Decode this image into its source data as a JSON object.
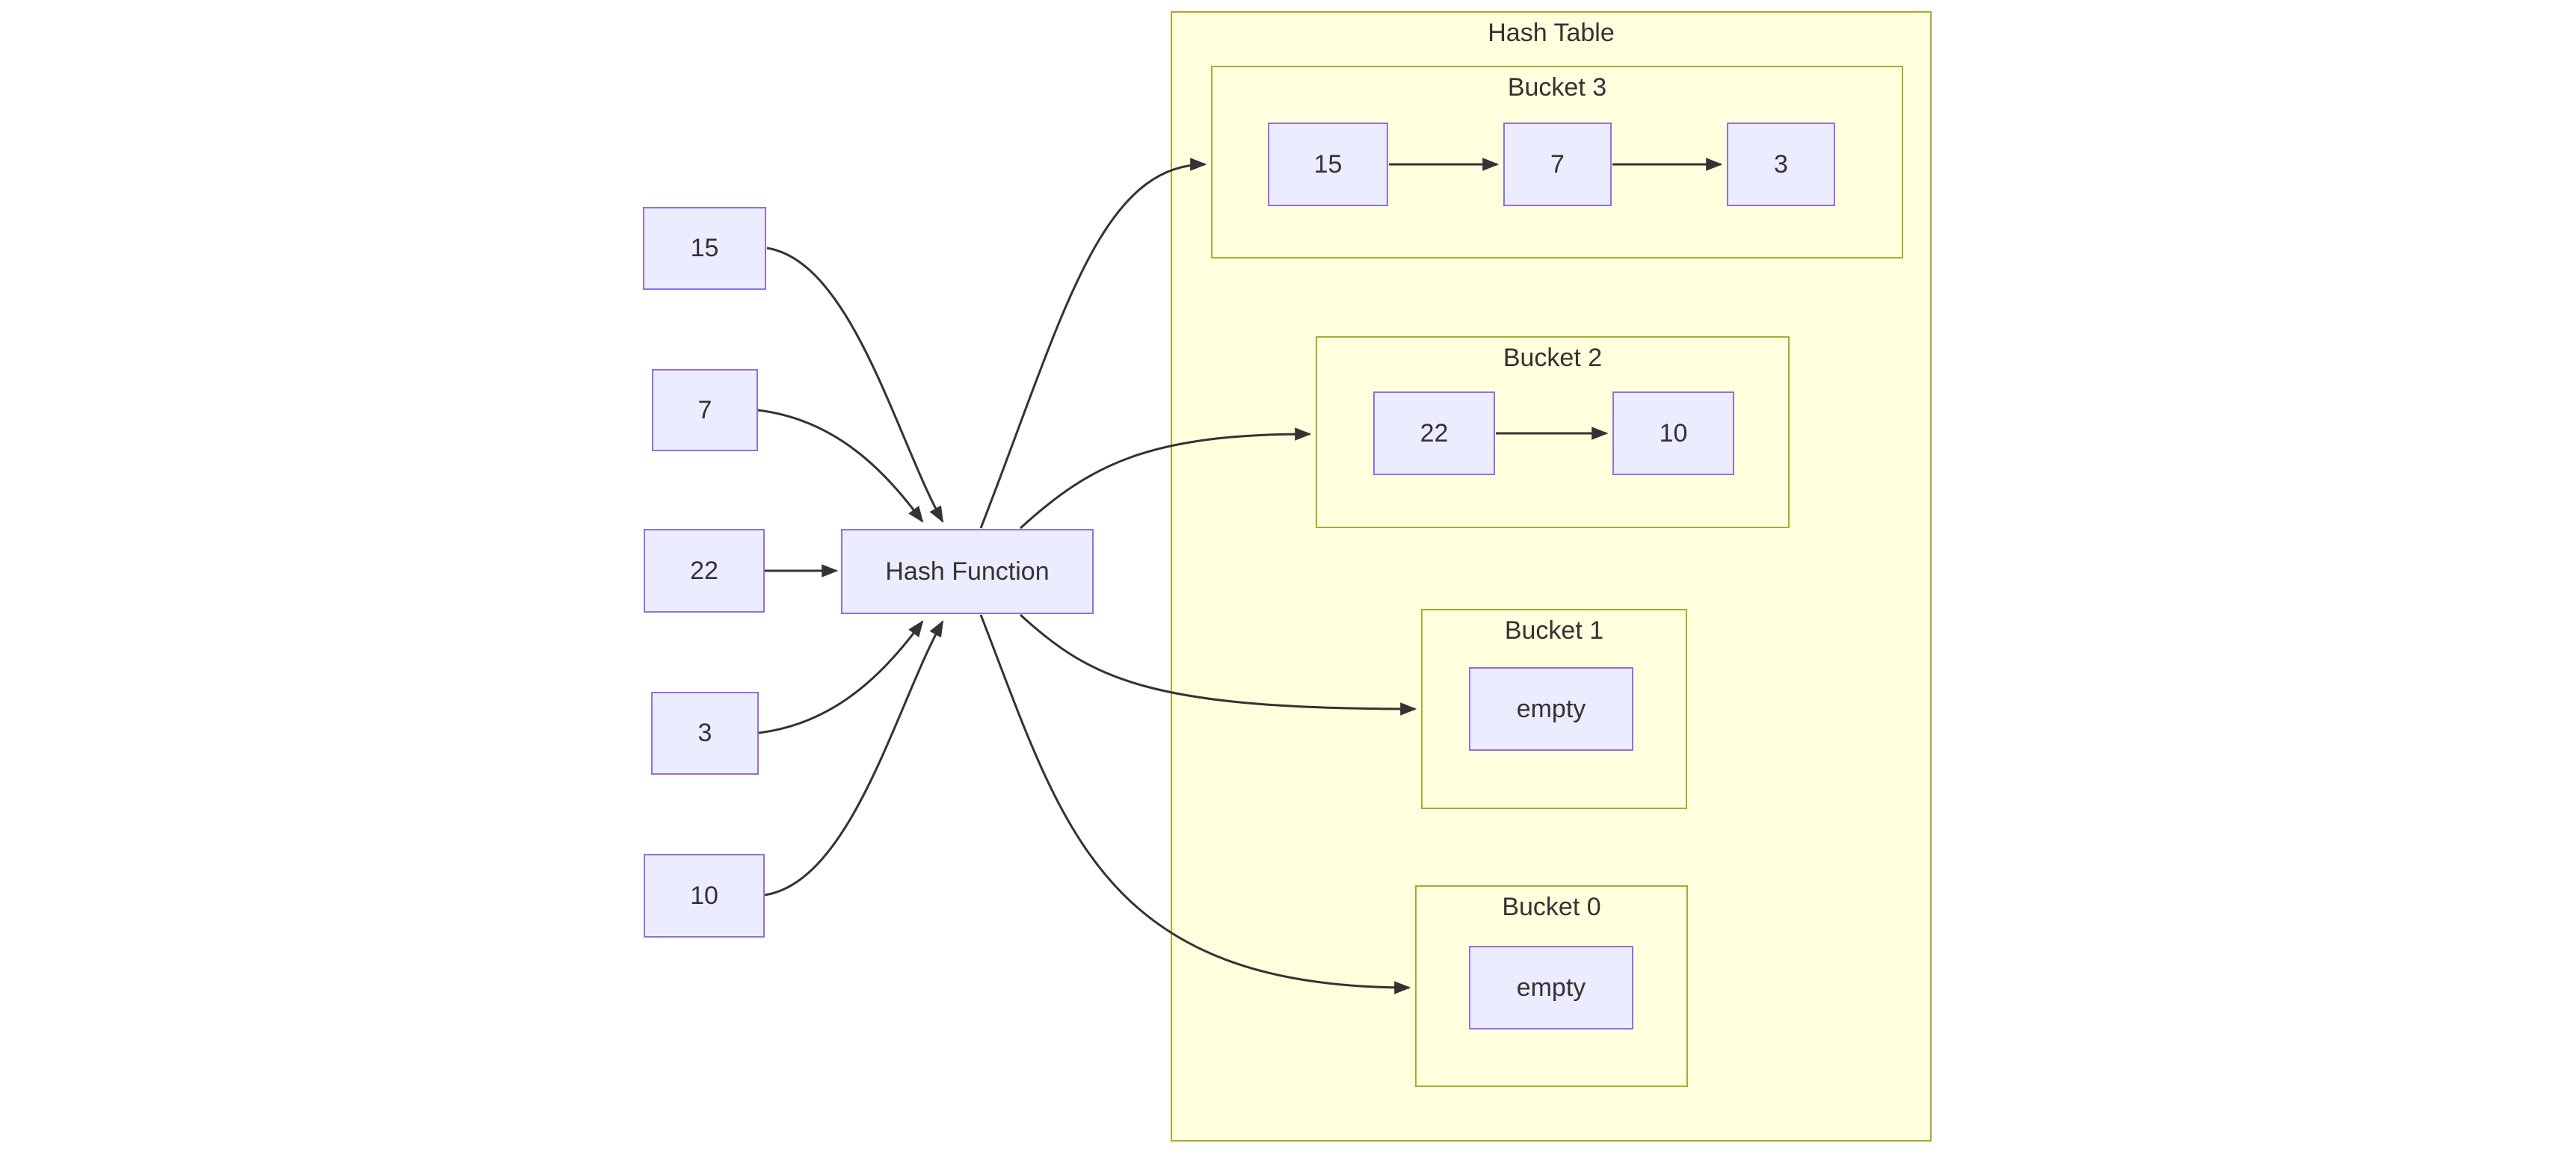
{
  "diagram": {
    "inputs": [
      {
        "label": "15"
      },
      {
        "label": "7"
      },
      {
        "label": "22"
      },
      {
        "label": "3"
      },
      {
        "label": "10"
      }
    ],
    "hash_function": {
      "label": "Hash Function"
    },
    "hash_table": {
      "title": "Hash Table",
      "buckets": [
        {
          "title": "Bucket 3",
          "nodes": [
            "15",
            "7",
            "3"
          ]
        },
        {
          "title": "Bucket 2",
          "nodes": [
            "22",
            "10"
          ]
        },
        {
          "title": "Bucket 1",
          "nodes": [
            "empty"
          ]
        },
        {
          "title": "Bucket 0",
          "nodes": [
            "empty"
          ]
        }
      ]
    },
    "colors": {
      "node_fill": "#ECECFF",
      "node_border": "#9370DB",
      "container_fill": "#FFFFDE",
      "container_border": "#AAAA33",
      "edge": "#333333",
      "text": "#333333"
    }
  }
}
